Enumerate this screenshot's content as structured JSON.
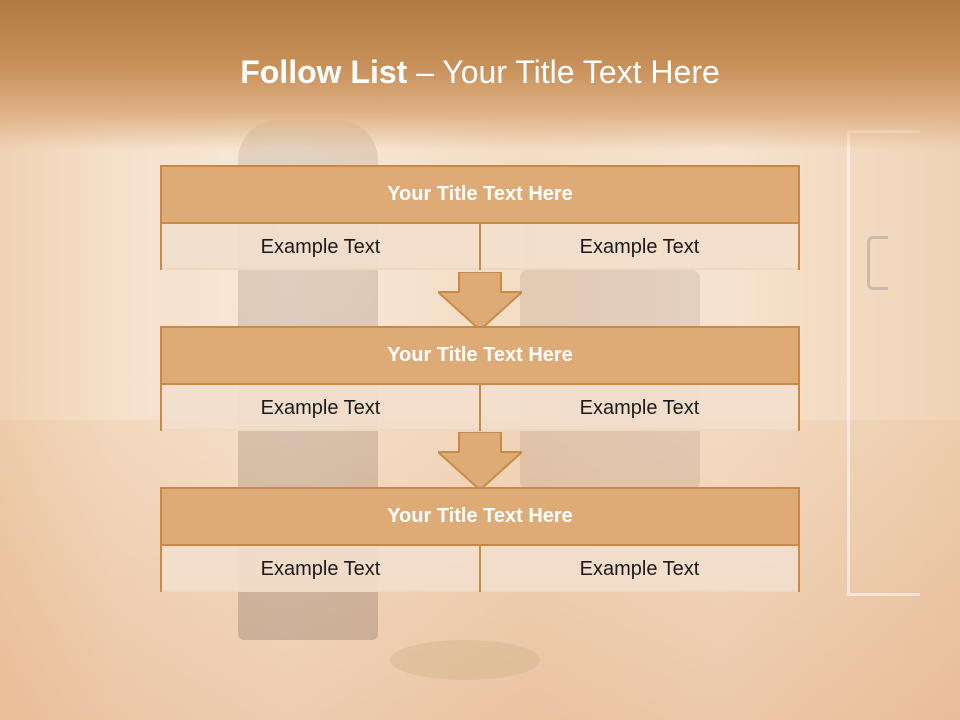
{
  "slide": {
    "title_bold": "Follow List",
    "title_rest": " – Your Title Text Here"
  },
  "steps": [
    {
      "title": "Your Title Text Here",
      "left": "Example Text",
      "right": "Example Text"
    },
    {
      "title": "Your Title Text Here",
      "left": "Example Text",
      "right": "Example Text"
    },
    {
      "title": "Your Title Text Here",
      "left": "Example Text",
      "right": "Example Text"
    }
  ],
  "colors": {
    "header": "#c8915a",
    "box_head": "#deaa76",
    "box_border": "#c98a48",
    "cell_bg": "#f2decc"
  },
  "icons": [
    "down-arrow-icon",
    "down-arrow-icon"
  ]
}
